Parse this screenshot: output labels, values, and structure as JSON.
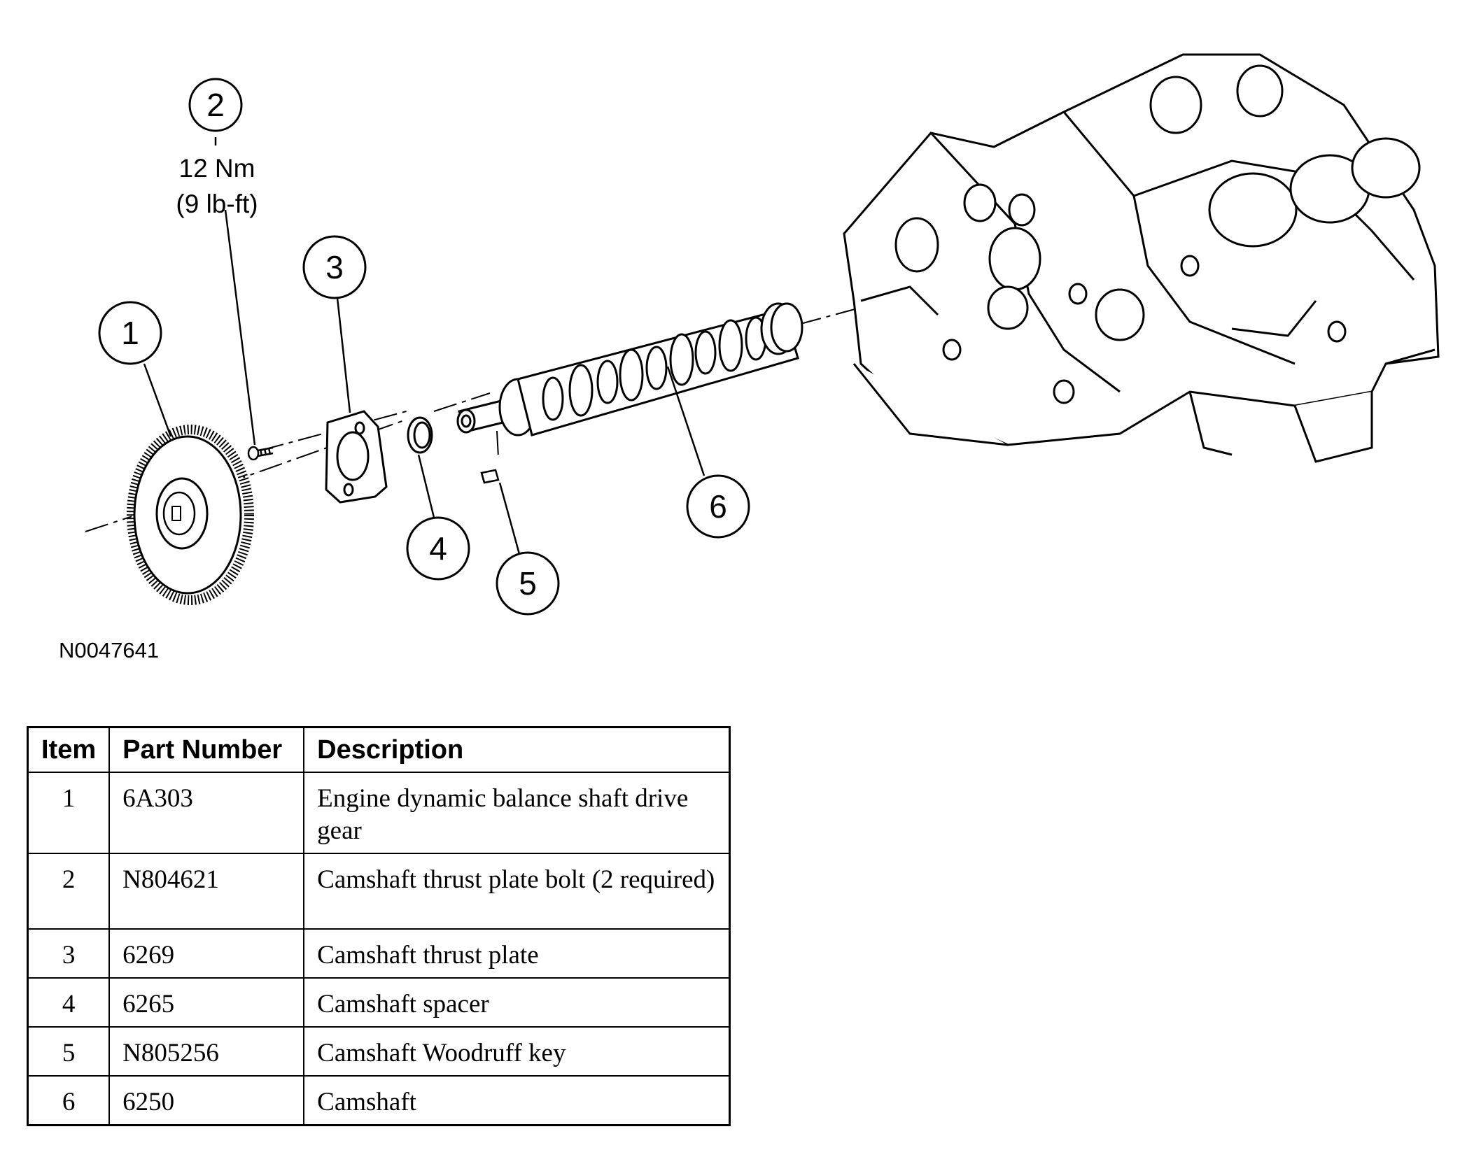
{
  "callouts": {
    "c1": "1",
    "c2": "2",
    "c3": "3",
    "c4": "4",
    "c5": "5",
    "c6": "6"
  },
  "torque": {
    "metric": "12 Nm",
    "imperial": "(9 lb-ft)"
  },
  "figure_id": "N0047641",
  "table": {
    "headers": {
      "item": "Item",
      "part_number": "Part Number",
      "description": "Description"
    },
    "rows": [
      {
        "item": "1",
        "part_number": "6A303",
        "description": "Engine dynamic balance shaft drive gear"
      },
      {
        "item": "2",
        "part_number": "N804621",
        "description": "Camshaft thrust plate bolt (2 required)"
      },
      {
        "item": "3",
        "part_number": "6269",
        "description": "Camshaft thrust plate"
      },
      {
        "item": "4",
        "part_number": "6265",
        "description": "Camshaft spacer"
      },
      {
        "item": "5",
        "part_number": "N805256",
        "description": "Camshaft Woodruff key"
      },
      {
        "item": "6",
        "part_number": "6250",
        "description": "Camshaft"
      }
    ]
  }
}
